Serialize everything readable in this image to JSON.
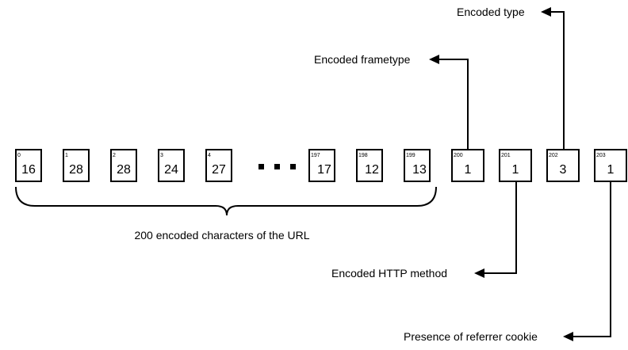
{
  "cells": [
    {
      "index": "0",
      "value": "16"
    },
    {
      "index": "1",
      "value": "28"
    },
    {
      "index": "2",
      "value": "28"
    },
    {
      "index": "3",
      "value": "24"
    },
    {
      "index": "4",
      "value": "27"
    },
    {
      "index": "197",
      "value": "17"
    },
    {
      "index": "198",
      "value": "12"
    },
    {
      "index": "199",
      "value": "13"
    },
    {
      "index": "200",
      "value": "1"
    },
    {
      "index": "201",
      "value": "1"
    },
    {
      "index": "202",
      "value": "3"
    },
    {
      "index": "203",
      "value": "1"
    }
  ],
  "labels": {
    "encoded_type": "Encoded type",
    "encoded_frametype": "Encoded frametype",
    "url_characters": "200 encoded characters of the URL",
    "encoded_http_method": "Encoded HTTP method",
    "referrer_cookie": "Presence of referrer cookie"
  }
}
